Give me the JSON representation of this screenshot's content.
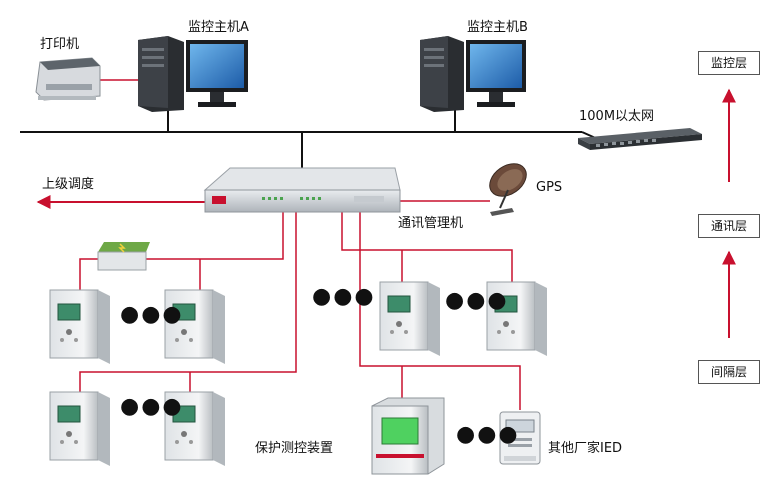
{
  "labels": {
    "printer": "打印机",
    "host_a": "监控主机A",
    "host_b": "监控主机B",
    "ethernet": "100M以太网",
    "upper_dispatch": "上级调度",
    "gps": "GPS",
    "comm_manager": "通讯管理机",
    "protection_device": "保护测控装置",
    "other_ied": "其他厂家IED"
  },
  "layers": {
    "monitor": "监控层",
    "comm": "通讯层",
    "bay": "间隔层"
  },
  "ellipsis": "●●●",
  "colors": {
    "network_line": "#111111",
    "device_link": "#c8102e",
    "layer_arrow": "#c8102e"
  }
}
